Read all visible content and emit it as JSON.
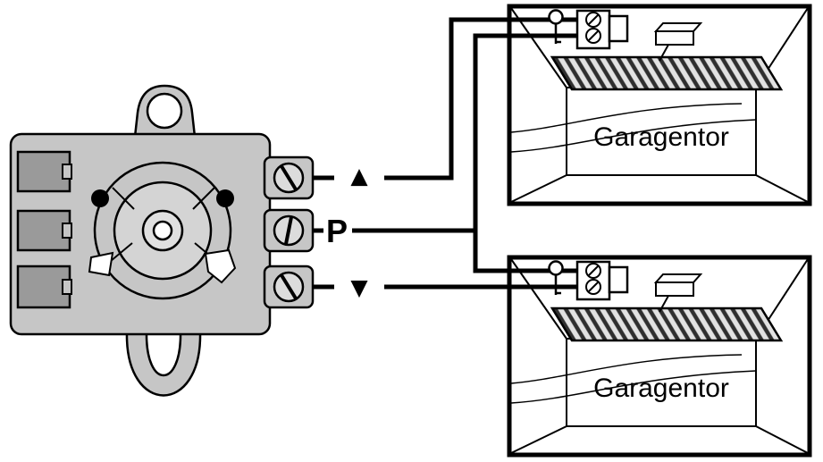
{
  "diagram": {
    "type": "wiring-diagram",
    "device": {
      "name": "key-switch-transmitter",
      "terminals": [
        {
          "id": "up",
          "label": "▲"
        },
        {
          "id": "p",
          "label": "P"
        },
        {
          "id": "down",
          "label": "▼"
        }
      ]
    },
    "garages": [
      {
        "label": "Garagentor"
      },
      {
        "label": "Garagentor"
      }
    ],
    "icons": {
      "key": {
        "name": "key-icon"
      },
      "terminal_block": {
        "name": "terminal-block-icon"
      },
      "opener": {
        "name": "garage-opener-icon"
      },
      "door": {
        "name": "garage-door"
      }
    },
    "colors": {
      "background": "#ffffff",
      "outline": "#000000",
      "wire": "#000000",
      "device_body": "#c6c6c6",
      "device_connector": "#9a9a9a",
      "mechanism_inner": "#d4d4d4",
      "screw_face": "#dcdcdc",
      "box_border": "#000000",
      "door_fill": "#e2e2e2",
      "door_stripe": "#2f2f2f",
      "opener_top": "#9a9a9a",
      "opener_front": "#707070",
      "label": "#000000"
    }
  }
}
